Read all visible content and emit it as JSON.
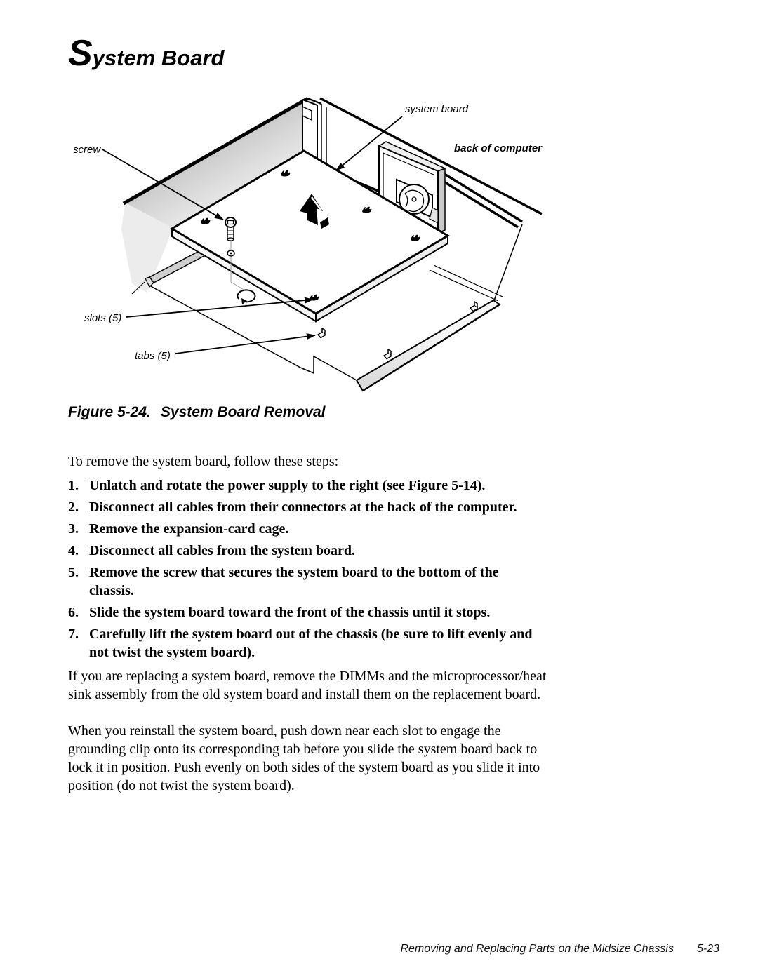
{
  "doc": {
    "title": {
      "initial": "S",
      "rest": "ystem Board"
    },
    "figure": {
      "caption_number": "Figure 5-24.",
      "caption_title": "System Board Removal",
      "labels": {
        "system_board": "system board",
        "back_of_computer": "back of computer",
        "screw": "screw",
        "slots": "slots (5)",
        "tabs": "tabs (5)"
      }
    },
    "intro": "To remove the system board, follow these steps:",
    "steps": [
      "Unlatch and rotate the power supply to the right (see Figure 5-14).",
      "Disconnect all cables from their connectors at the back of the computer.",
      "Remove the expansion-card cage.",
      "Disconnect all cables from the system board.",
      "Remove the screw that secures the system board to the bottom of the chassis.",
      "Slide the system board toward the front of the chassis until it stops.",
      "Carefully lift the system board out of the chassis (be sure to lift evenly and not twist the system board)."
    ],
    "paragraphs": [
      "If you are replacing a system board, remove the DIMMs and the microprocessor/heat sink assembly from the old system board and install them on the replacement board.",
      "When you reinstall the system board, push down near each slot to engage the grounding clip onto its corresponding tab before you slide the system board back to lock it in position. Push evenly on both sides of the system board as you slide it into position (do not twist the system board)."
    ],
    "footer": {
      "text": "Removing and Replacing Parts on the Midsize Chassis",
      "page": "5-23"
    },
    "colors": {
      "ink": "#000000",
      "paper": "#ffffff"
    }
  }
}
